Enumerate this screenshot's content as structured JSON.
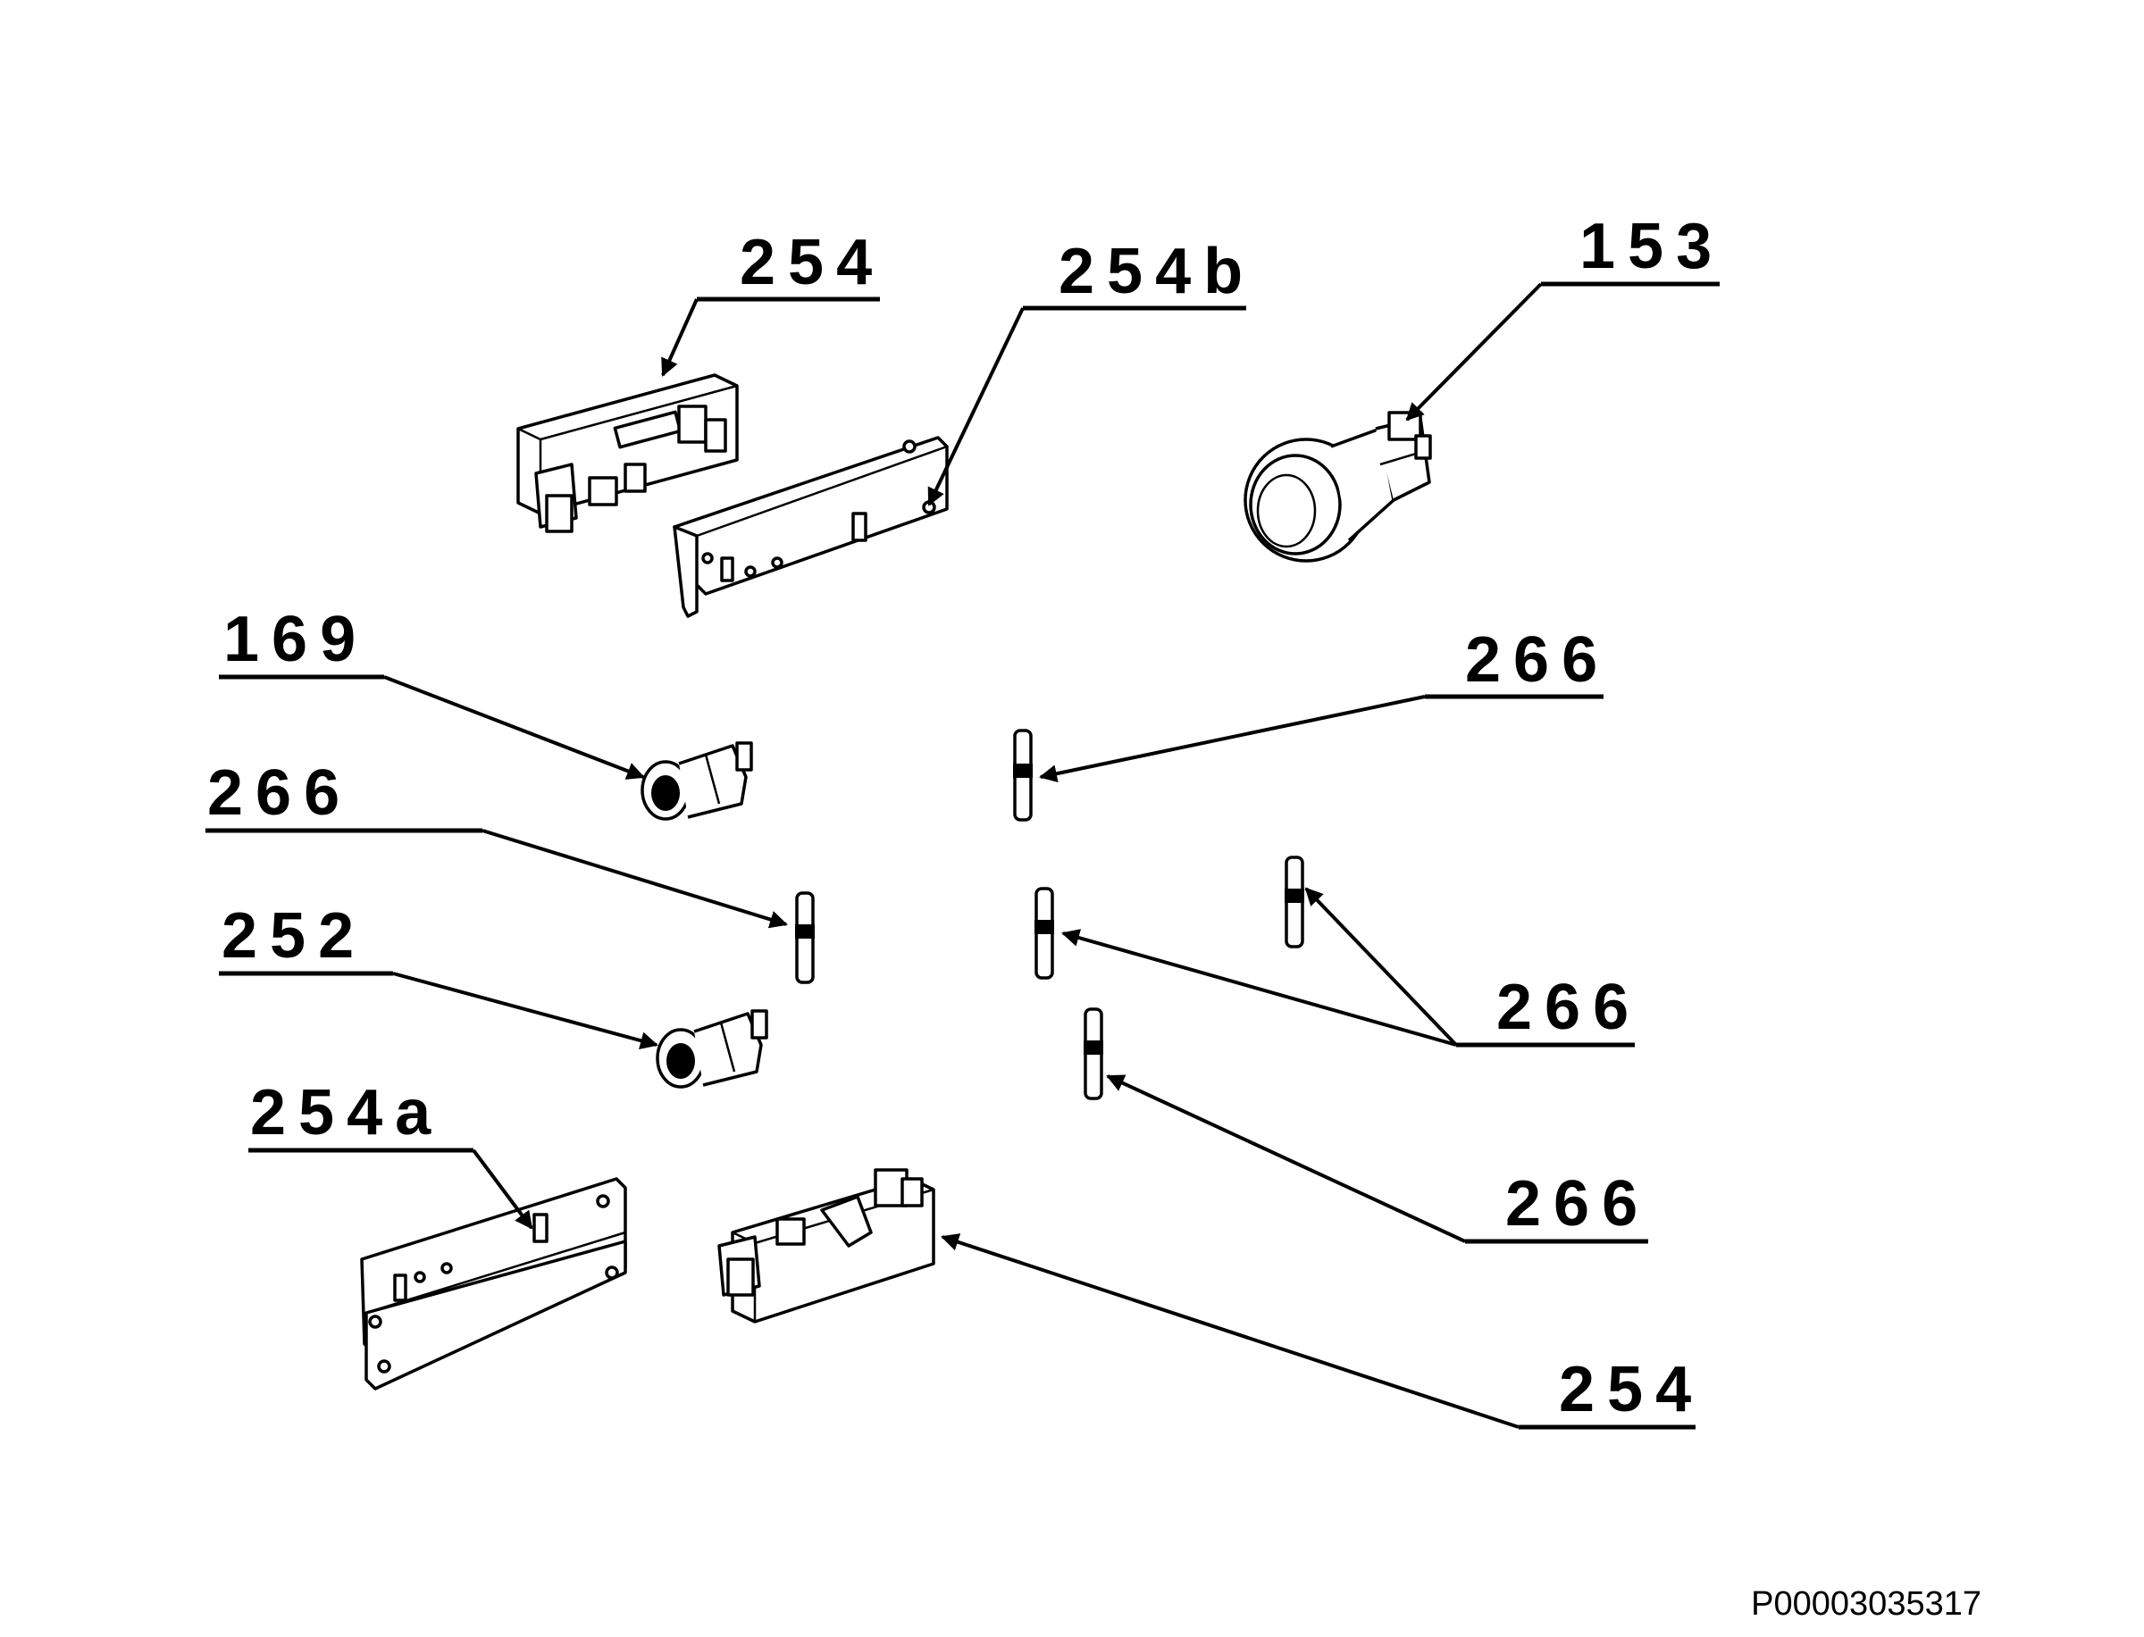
{
  "callouts": [
    {
      "id": "c1",
      "label": "254"
    },
    {
      "id": "c2",
      "label": "254b"
    },
    {
      "id": "c3",
      "label": "153"
    },
    {
      "id": "c4",
      "label": "169"
    },
    {
      "id": "c5",
      "label": "266"
    },
    {
      "id": "c6",
      "label": "266"
    },
    {
      "id": "c7",
      "label": "252"
    },
    {
      "id": "c8",
      "label": "266"
    },
    {
      "id": "c9",
      "label": "254a"
    },
    {
      "id": "c10",
      "label": "266"
    },
    {
      "id": "c11",
      "label": "254"
    }
  ],
  "reference_code": "P00003035317"
}
